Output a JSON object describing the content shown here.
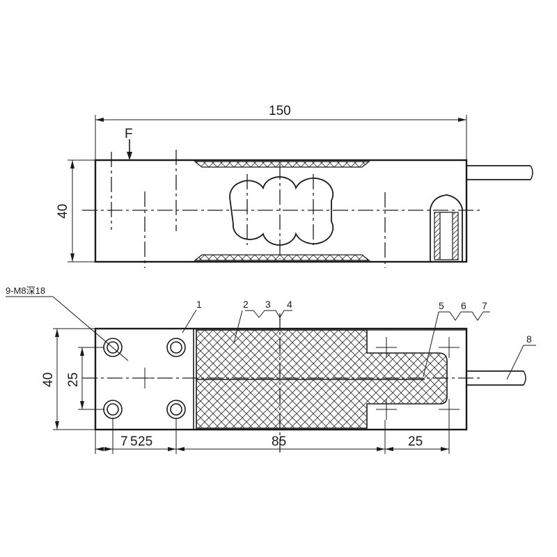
{
  "top_view": {
    "overall_length": "150",
    "height": "40",
    "force_label": "F"
  },
  "bottom_view": {
    "thread_spec": "9-M8深18",
    "width": "40",
    "hole_spacing": "25",
    "dim_a": "7",
    "dim_b": "5",
    "dim_c": "25",
    "dim_d": "85",
    "dim_e": "25"
  },
  "callouts": [
    "1",
    "2",
    "3",
    "4",
    "5",
    "6",
    "7",
    "8"
  ]
}
